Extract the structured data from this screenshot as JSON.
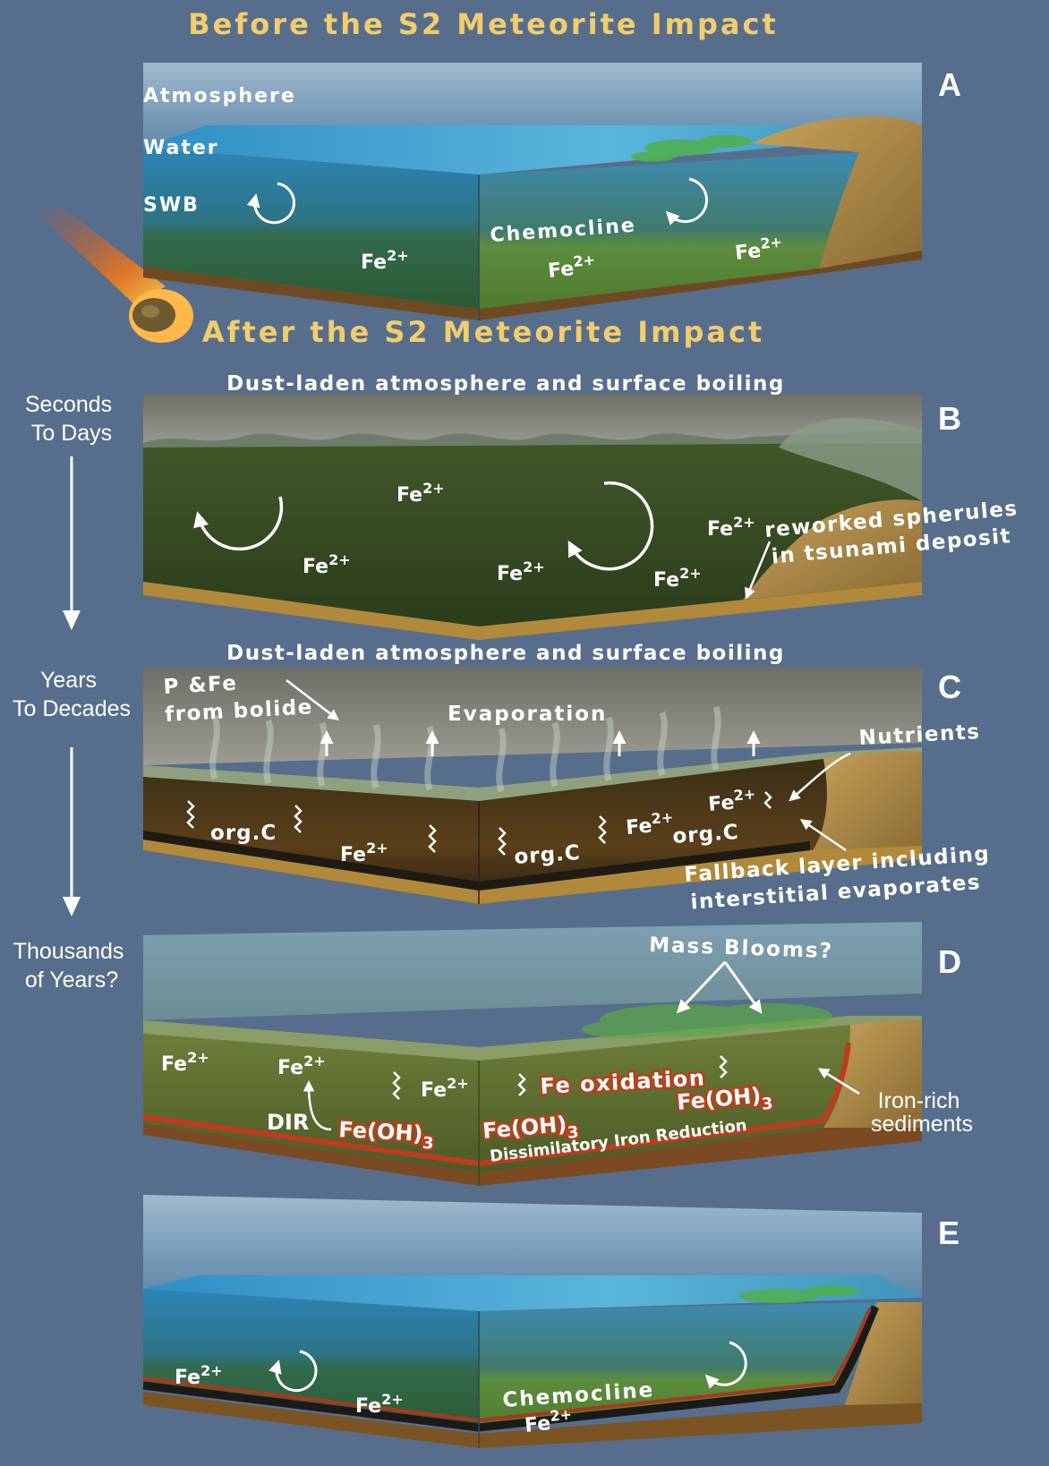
{
  "titles": {
    "before": "Before the S2 Meteorite Impact",
    "after": "After the S2 Meteorite Impact"
  },
  "timeline": {
    "t1": [
      "Seconds",
      "To Days"
    ],
    "t2": [
      "Years",
      "To Decades"
    ],
    "t3": [
      "Thousands",
      "of Years?"
    ]
  },
  "panel_a": {
    "letter": "A",
    "atmosphere": "Atmosphere",
    "water": "Water",
    "swb": "SWB",
    "chemocline": "Chemocline",
    "fe": "Fe",
    "fe_sup": "2+"
  },
  "panel_b": {
    "letter": "B",
    "caption": "Dust-laden atmosphere and surface boiling",
    "spherules1": "reworked spherules",
    "spherules2": "in tsunami deposit",
    "fe": "Fe",
    "fe_sup": "2+"
  },
  "panel_c": {
    "letter": "C",
    "caption": "Dust-laden atmosphere and surface boiling",
    "bolide1": "P &Fe",
    "bolide2": "from bolide",
    "evaporation": "Evaporation",
    "nutrients": "Nutrients",
    "orgc": "org.C",
    "fallback1": "Fallback layer including",
    "fallback2": "interstitial evaporates",
    "fe": "Fe",
    "fe_sup": "2+"
  },
  "panel_d": {
    "letter": "D",
    "blooms": "Mass Blooms?",
    "dir": "DIR",
    "feoh": "Fe(OH)",
    "feoh_sub": "3",
    "fe_oxidation": "Fe oxidation",
    "dissimilatory": "Dissimilatory Iron Reduction",
    "iron_rich1": "Iron-rich",
    "iron_rich2": "sediments",
    "fe": "Fe",
    "fe_sup": "2+"
  },
  "panel_e": {
    "letter": "E",
    "chemocline": "Chemocline",
    "fe": "Fe",
    "fe_sup": "2+"
  },
  "colors": {
    "background": "#566e8c",
    "title": "#f2cd6c",
    "water": "#3f9fcf",
    "murky_water": "#3f5a2a",
    "sediment": "#b58c3c",
    "iron_layer": "#c03a1e"
  }
}
